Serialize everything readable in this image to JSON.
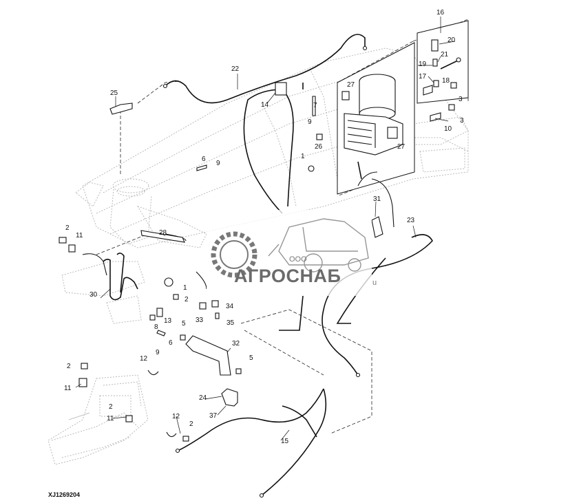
{
  "figure_id": "XJ1269204",
  "watermark": {
    "company_prefix": "ООО",
    "company_name": "АГРОСНАБ",
    "suffix": "u"
  },
  "callouts": {
    "c1a": "1",
    "c1b": "1",
    "c2a": "2",
    "c2b": "2",
    "c2c": "2",
    "c2d": "2",
    "c2e": "2",
    "c3a": "3",
    "c3b": "3",
    "c5a": "5",
    "c5b": "5",
    "c6a": "6",
    "c6b": "6",
    "c7": "7",
    "c8": "8",
    "c9a": "9",
    "c9b": "9",
    "c9c": "9",
    "c10": "10",
    "c11a": "11",
    "c11b": "11",
    "c11c": "11",
    "c12a": "12",
    "c12b": "12",
    "c13": "13",
    "c14": "14",
    "c15": "15",
    "c16": "16",
    "c17": "17",
    "c18": "18",
    "c19": "19",
    "c20": "20",
    "c21": "21",
    "c22": "22",
    "c23": "23",
    "c24": "24",
    "c25": "25",
    "c26": "26",
    "c27a": "27",
    "c27b": "27",
    "c28": "28",
    "c30": "30",
    "c31": "31",
    "c32": "32",
    "c33": "33",
    "c34": "34",
    "c35": "35",
    "c37": "37"
  }
}
